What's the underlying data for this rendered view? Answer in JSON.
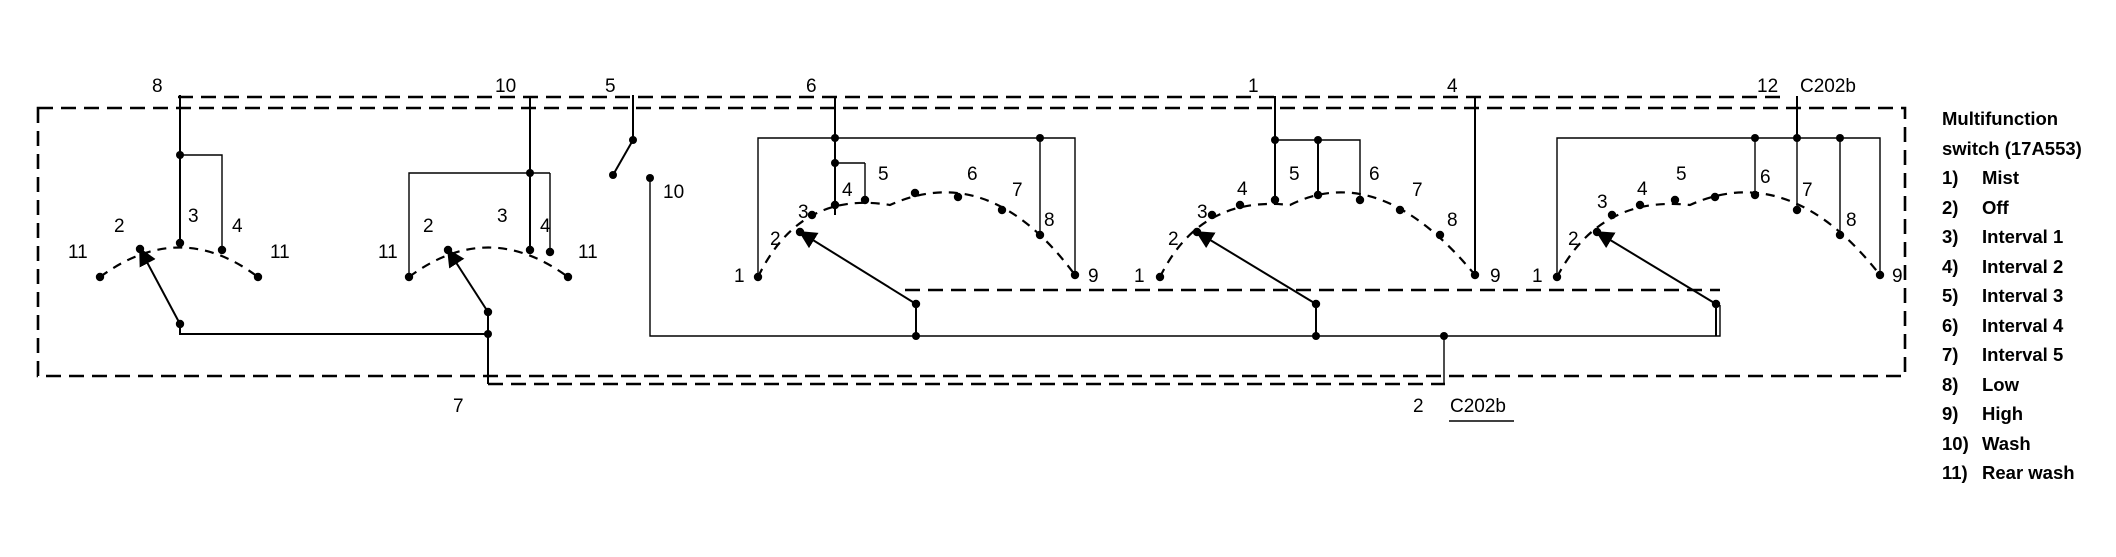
{
  "diagram": {
    "top_pins": [
      "8",
      "10",
      "5",
      "6",
      "1",
      "4",
      "12"
    ],
    "top_connector": "C202b",
    "bottom_pins": [
      "7",
      "2"
    ],
    "bottom_connector": "C202b",
    "switch_a": {
      "left_end": "11",
      "p2": "2",
      "p3": "3",
      "p4": "4",
      "right_end": "11"
    },
    "switch_b": {
      "left_end": "11",
      "p2": "2",
      "p3": "3",
      "p4": "4",
      "right_end": "11"
    },
    "wash_switch": {
      "contact": "10"
    },
    "switch_c": {
      "p1": "1",
      "p2": "2",
      "p3": "3",
      "p4": "4",
      "p5": "5",
      "p6": "6",
      "p7": "7",
      "p8": "8",
      "p9": "9"
    },
    "switch_d": {
      "p1": "1",
      "p2": "2",
      "p3": "3",
      "p4": "4",
      "p5": "5",
      "p6": "6",
      "p7": "7",
      "p8": "8",
      "p9": "9"
    },
    "switch_e": {
      "p1": "1",
      "p2": "2",
      "p3": "3",
      "p4": "4",
      "p5": "5",
      "p6": "6",
      "p7": "7",
      "p8": "8",
      "p9": "9"
    }
  },
  "legend": {
    "title_line1": "Multifunction",
    "title_line2": "switch (17A553)",
    "items": [
      {
        "num": "1)",
        "label": "Mist"
      },
      {
        "num": "2)",
        "label": "Off"
      },
      {
        "num": "3)",
        "label": "Interval 1"
      },
      {
        "num": "4)",
        "label": "Interval 2"
      },
      {
        "num": "5)",
        "label": "Interval 3"
      },
      {
        "num": "6)",
        "label": "Interval 4"
      },
      {
        "num": "7)",
        "label": "Interval 5"
      },
      {
        "num": "8)",
        "label": "Low"
      },
      {
        "num": "9)",
        "label": "High"
      },
      {
        "num": "10)",
        "label": "Wash"
      },
      {
        "num": "11)",
        "label": "Rear wash"
      }
    ]
  }
}
